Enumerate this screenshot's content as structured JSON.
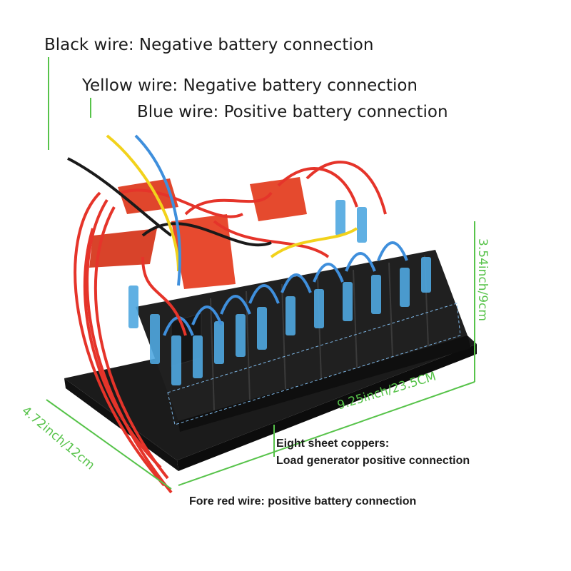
{
  "annotations": {
    "black_wire": "Black wire: Negative battery connection",
    "yellow_wire": "Yellow wire: Negative battery connection",
    "blue_wire": "Blue wire: Positive battery connection",
    "copper_line1": "Eight sheet coppers:",
    "copper_line2": "Load generator positive connection",
    "red_wire": "Fore red wire: positive battery connection"
  },
  "dimensions": {
    "width": "9.25inch/23.5CM",
    "depth": "4.72inch/12cm",
    "height": "3.54inch/9cm"
  },
  "colors": {
    "dimension_green": "#57c34a",
    "red_wire": "#e5342a",
    "blue_wire": "#3f8fdc",
    "yellow_wire": "#f2d21b",
    "black_wire": "#1a1a1a",
    "panel": "#1b1b1b"
  }
}
